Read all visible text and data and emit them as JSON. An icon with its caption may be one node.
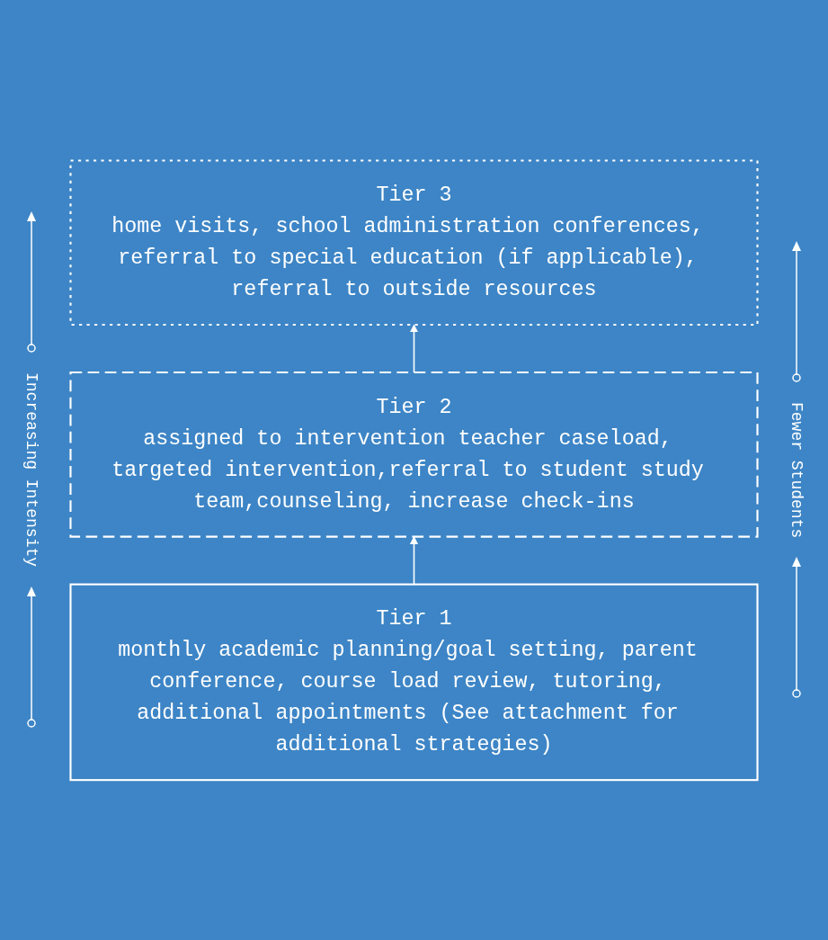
{
  "diagram": {
    "nodes": [
      {
        "text": [
          "Tier 3",
          "home visits, school administration conferences, referral to special education (if applicable), referral to outside resources"
        ]
      },
      {
        "text": [
          "Tier 2",
          "assigned to intervention teacher caseload, targeted intervention,referral to student study team,counseling, increase check-ins"
        ]
      },
      {
        "text": [
          "Tier 1",
          "monthly academic planning/goal setting, parent conference, course load review, tutoring, additional appointments (See attachment for additional strategies)"
        ]
      }
    ],
    "edges": [
      {
        "from": 2,
        "to": 1,
        "arrow": "to"
      },
      {
        "from": 1,
        "to": 0,
        "arrow": "to"
      }
    ],
    "labels": [
      "Increasing Intensity",
      "Fewer Students"
    ]
  }
}
